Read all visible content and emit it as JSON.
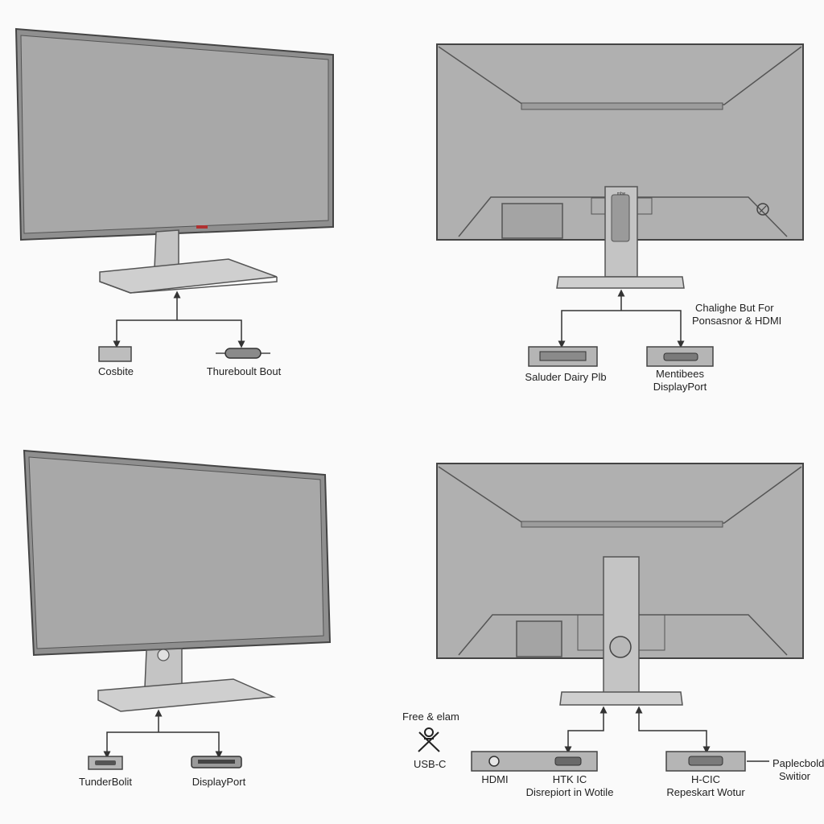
{
  "panels": {
    "top_left": {
      "connectors": {
        "left": "Cosbite",
        "right": "Thureboult Bout"
      }
    },
    "top_right": {
      "callout_line1": "Chalighe But For",
      "callout_line2": "Ponsasnor & HDMI",
      "connectors": {
        "left": "Saluder Dairy Plb",
        "right_line1": "Mentibees",
        "right_line2": "DisplayPort"
      },
      "stand_tag": "mbw"
    },
    "bottom_left": {
      "connectors": {
        "left": "TunderBolit",
        "right": "DisplayPort"
      }
    },
    "bottom_right": {
      "free_label": "Free & elam",
      "usb_label": "USB-C",
      "hdmi_label": "HDMI",
      "center_line1": "HTK IC",
      "center_line2": "Disrepiort in Wotile",
      "right_line1": "H-CIC",
      "right_line2": "Repeskart Wotur",
      "switch_line1": "Paplecbold",
      "switch_line2": "Switior"
    }
  },
  "colors": {
    "screen_fill": "#a8a8a8",
    "back_fill": "#b0b0b0",
    "outline": "#555555",
    "stand_fill": "#c4c4c4",
    "accent_red": "#b03030"
  }
}
